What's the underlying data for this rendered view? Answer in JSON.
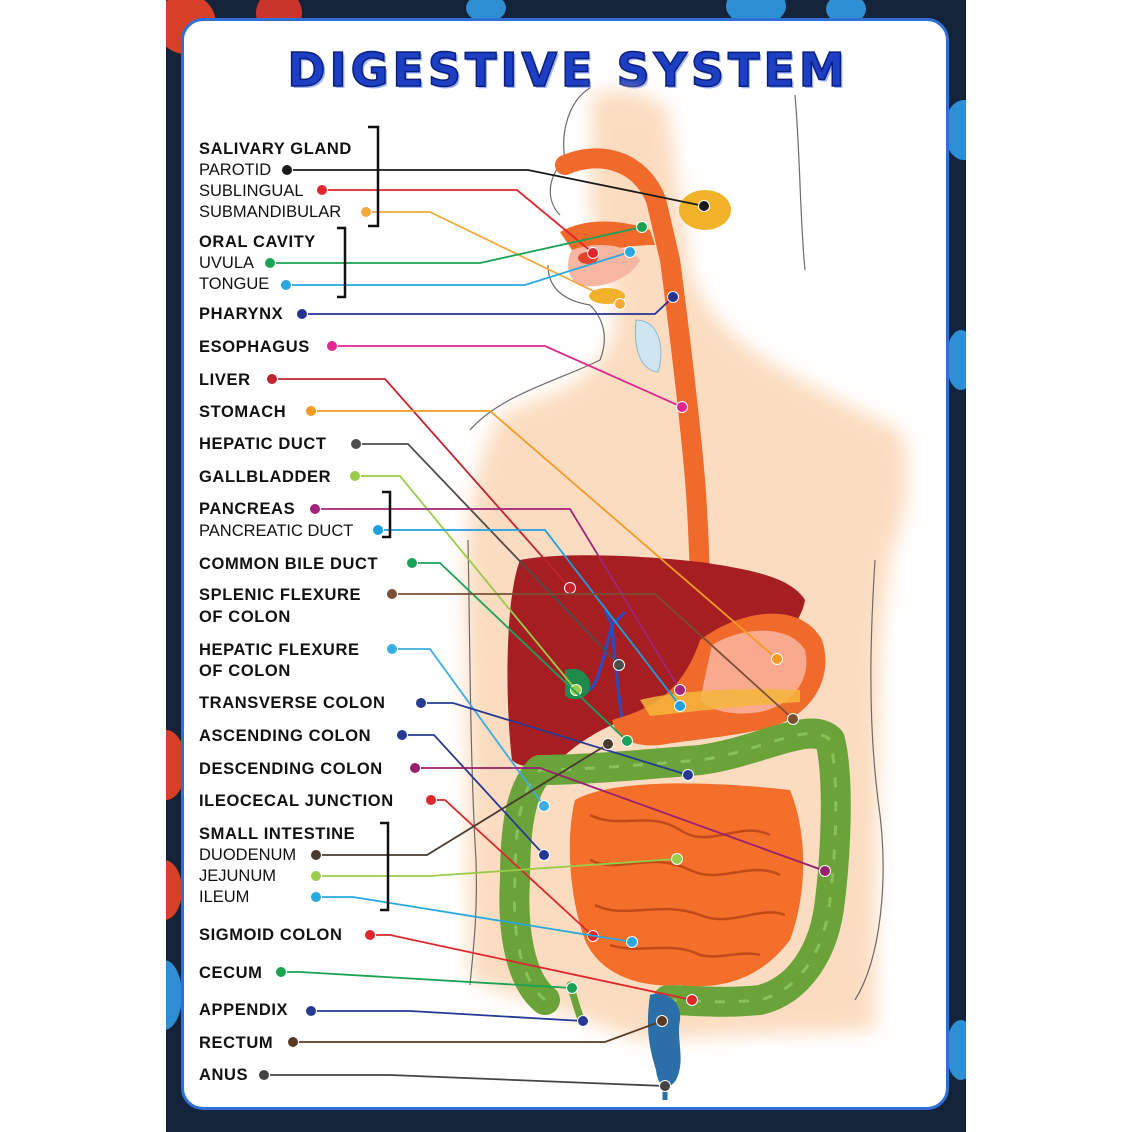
{
  "title": "DIGESTIVE SYSTEM",
  "colors": {
    "frame": "#2f6fd6",
    "title": "#1d3fc4",
    "background": "#13243a",
    "digestive_tract": "#ef6a2b",
    "liver": "#a51e22",
    "colon": "#6aa33a",
    "small_intestine": "#f36f2a"
  },
  "labels": {
    "salivary_gland": "SALIVARY GLAND",
    "parotid": "PAROTID",
    "sublingual": "SUBLINGUAL",
    "submandibular": "SUBMANDIBULAR",
    "oral_cavity": "ORAL CAVITY",
    "uvula": "UVULA",
    "tongue": "TONGUE",
    "pharynx": "PHARYNX",
    "esophagus": "ESOPHAGUS",
    "liver": "LIVER",
    "stomach": "STOMACH",
    "hepatic_duct": "HEPATIC DUCT",
    "gallbladder": "GALLBLADDER",
    "pancreas": "PANCREAS",
    "pancreatic_duct": "PANCREATIC DUCT",
    "common_bile_duct": "COMMON BILE DUCT",
    "splenic_flexure_1": "SPLENIC FLEXURE",
    "splenic_flexure_2": "OF COLON",
    "hepatic_flexure_1": "HEPATIC FLEXURE",
    "hepatic_flexure_2": "OF COLON",
    "transverse_colon": "TRANSVERSE COLON",
    "ascending_colon": "ASCENDING COLON",
    "descending_colon": "DESCENDING COLON",
    "ileocecal_junction": "ILEOCECAL JUNCTION",
    "small_intestine": "SMALL INTESTINE",
    "duodenum": "DUODENUM",
    "jejunum": "JEJUNUM",
    "ileum": "ILEUM",
    "sigmoid_colon": "SIGMOID COLON",
    "cecum": "CECUM",
    "appendix": "APPENDIX",
    "rectum": "RECTUM",
    "anus": "ANUS"
  },
  "leaders": [
    {
      "name": "parotid",
      "color": "#1a1a1a"
    },
    {
      "name": "sublingual",
      "color": "#e0262b"
    },
    {
      "name": "submandibular",
      "color": "#f4a93a"
    },
    {
      "name": "uvula",
      "color": "#19a353"
    },
    {
      "name": "tongue",
      "color": "#29a8e0"
    },
    {
      "name": "pharynx",
      "color": "#27338f"
    },
    {
      "name": "esophagus",
      "color": "#e2268f"
    },
    {
      "name": "liver",
      "color": "#c4222e"
    },
    {
      "name": "stomach",
      "color": "#f59a23"
    },
    {
      "name": "hepatic-duct",
      "color": "#4d4d4d"
    },
    {
      "name": "gallbladder",
      "color": "#9acb4a"
    },
    {
      "name": "pancreas",
      "color": "#a3247a"
    },
    {
      "name": "pancreatic-duct",
      "color": "#1e9fe0"
    },
    {
      "name": "common-bile-duct",
      "color": "#1aa25a"
    },
    {
      "name": "splenic-flexure",
      "color": "#7a5034"
    },
    {
      "name": "hepatic-flexure",
      "color": "#3aaee3"
    },
    {
      "name": "transverse-colon",
      "color": "#263a94"
    },
    {
      "name": "ascending-colon",
      "color": "#263a94"
    },
    {
      "name": "descending-colon",
      "color": "#9a1f6c"
    },
    {
      "name": "ileocecal-junction",
      "color": "#e0262b"
    },
    {
      "name": "duodenum",
      "color": "#4a3a30"
    },
    {
      "name": "jejunum",
      "color": "#9acb4a"
    },
    {
      "name": "ileum",
      "color": "#29a8e0"
    },
    {
      "name": "sigmoid-colon",
      "color": "#e0262b"
    },
    {
      "name": "cecum",
      "color": "#19a353"
    },
    {
      "name": "appendix",
      "color": "#263a94"
    },
    {
      "name": "rectum",
      "color": "#5a3a22"
    },
    {
      "name": "anus",
      "color": "#444444"
    }
  ]
}
